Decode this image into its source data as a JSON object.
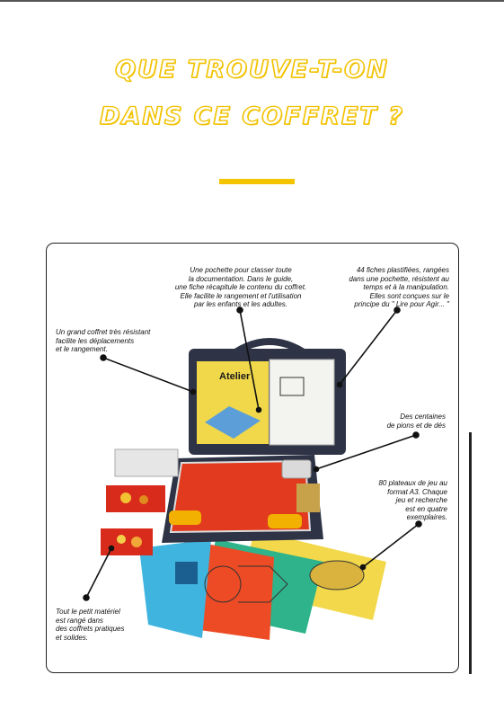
{
  "header": {
    "title_line1": "QUE TROUVE-T-ON",
    "title_line2": "DANS CE COFFRET ?"
  },
  "captions": {
    "pochette": [
      "Une pochette pour classer toute",
      "la documentation. Dans le guide,",
      "une fiche récapitule le contenu du coffret.",
      "Elle facilite le rangement et l'utilisation",
      "par les enfants et les adultes."
    ],
    "fiches": [
      "44 fiches plastifiées, rangées",
      "dans une pochette, résistent au",
      "temps et à la manipulation.",
      "Elles sont conçues sur le",
      "principe du \" Lire pour Agir... \""
    ],
    "coffret": [
      "Un grand coffret très résistant",
      "facilite les déplacements",
      "et le rangement."
    ],
    "pions": [
      "Des centaines",
      "de pions et de dés"
    ],
    "plateaux": [
      "80 plateaux de jeu au",
      "format A3. Chaque",
      "jeu et recherche",
      "est en quatre",
      "exemplaires."
    ],
    "materiel": [
      "Tout le petit matériel",
      "est rangé dans",
      "des coffrets pratiques",
      "et solides."
    ]
  },
  "booklet_title": "Atelier",
  "colors": {
    "title_outline": "#f2c200",
    "accent_bar": "#f4c400",
    "case": "#2e3445",
    "board_red": "#e23a1e"
  }
}
